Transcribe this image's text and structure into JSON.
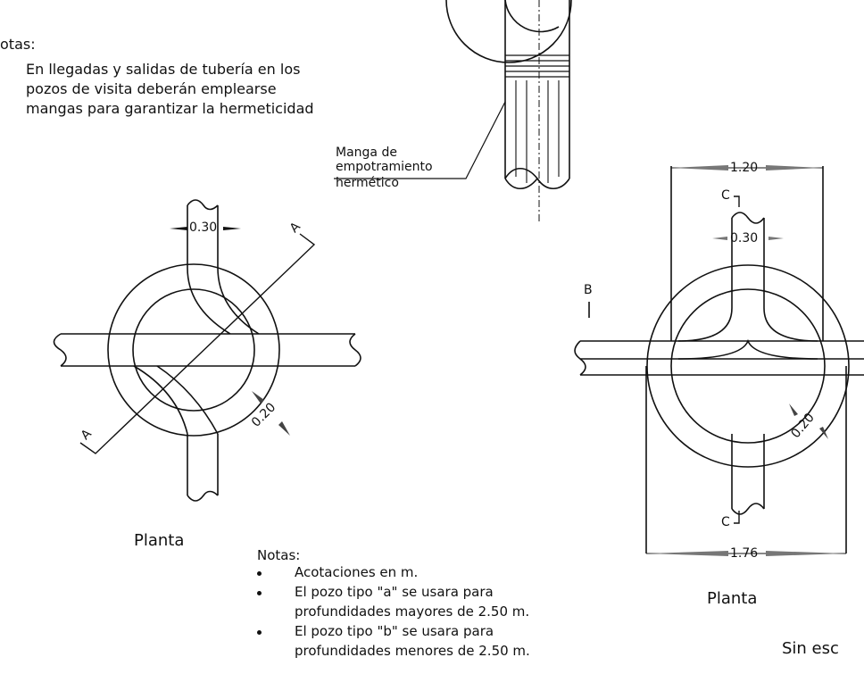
{
  "notes_top": {
    "heading": "otas:",
    "lines": [
      "En llegadas y salidas de tubería en los",
      "pozos de visita deberán emplearse",
      "mangas para garantizar la hermeticidad"
    ]
  },
  "callout": {
    "lines": [
      "Manga de",
      "empotramiento",
      "hermético"
    ]
  },
  "plan_left": {
    "dim_pipe": "0.30",
    "dim_wall": "0.20",
    "section_mark": "A",
    "caption": "Planta"
  },
  "plan_right": {
    "dim_top": "1.20",
    "dim_pipe": "0.30",
    "dim_wall": "0.20",
    "dim_bottom": "1.76",
    "section_c": "C",
    "section_b": "B",
    "caption": "Planta"
  },
  "notes_bottom": {
    "heading": "Notas:",
    "items": [
      "Acotaciones en m.",
      "El pozo tipo \"a\" se usara para",
      "profundidades mayores de 2.50 m.",
      "El pozo tipo \"b\" se usara para",
      "profundidades menores de 2.50 m."
    ]
  },
  "scale_note": "Sin esc"
}
